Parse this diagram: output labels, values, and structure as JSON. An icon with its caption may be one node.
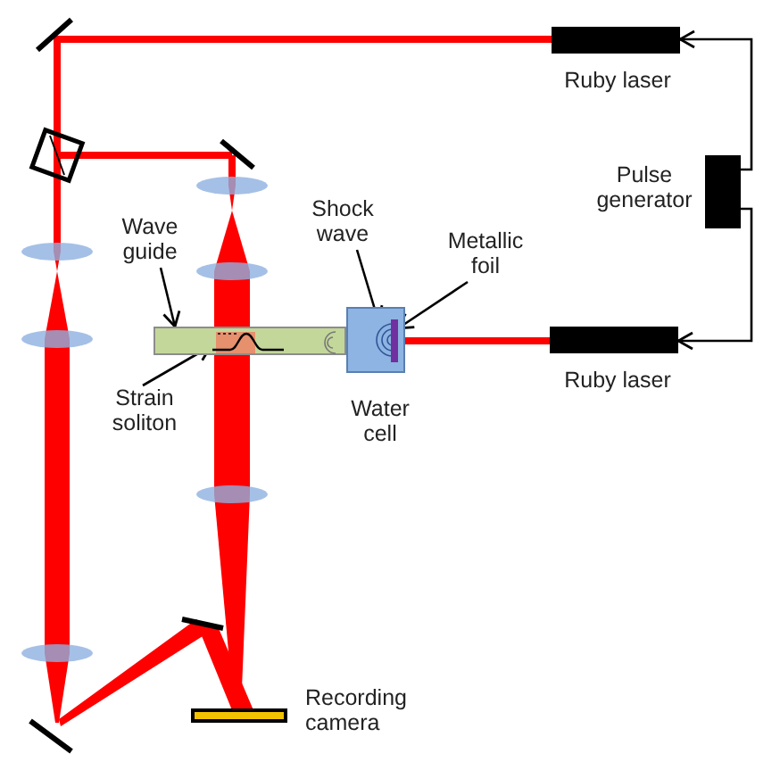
{
  "diagram": {
    "nodes": [
      {
        "text": [
          "Ruby laser"
        ]
      },
      {
        "text": [
          "Pulse generator"
        ]
      },
      {
        "text": [
          "Ruby laser"
        ]
      },
      {
        "text": [
          "Water cell"
        ]
      },
      {
        "text": [
          "Recording camera"
        ]
      },
      {
        "text": [
          "Wave guide"
        ]
      },
      {
        "text": [],
        "shape": "bar"
      },
      {
        "text": [
          "Strain soliton"
        ]
      },
      {
        "text": [],
        "shape": "picture",
        "in": 6
      },
      {
        "text": [
          "Shock wave"
        ]
      },
      {
        "text": [],
        "shape": "picture",
        "in": 3
      },
      {
        "text": [
          "Metallic foil"
        ]
      },
      {
        "text": [],
        "shape": "bar",
        "in": 3
      }
    ],
    "edges": [
      {
        "from": 1,
        "to": 0,
        "arrow": "to"
      },
      {
        "from": 1,
        "to": 2,
        "arrow": "to"
      },
      {
        "from": 5,
        "to": 6,
        "arrow": "to"
      },
      {
        "from": 7,
        "to": 8,
        "arrow": "to"
      },
      {
        "from": 9,
        "to": 10,
        "arrow": "to"
      },
      {
        "from": 11,
        "to": 12,
        "arrow": "to"
      },
      {
        "from": 2,
        "to": 3,
        "arrow": "none",
        "style": "thick",
        "color": "#ff0000"
      }
    ]
  }
}
